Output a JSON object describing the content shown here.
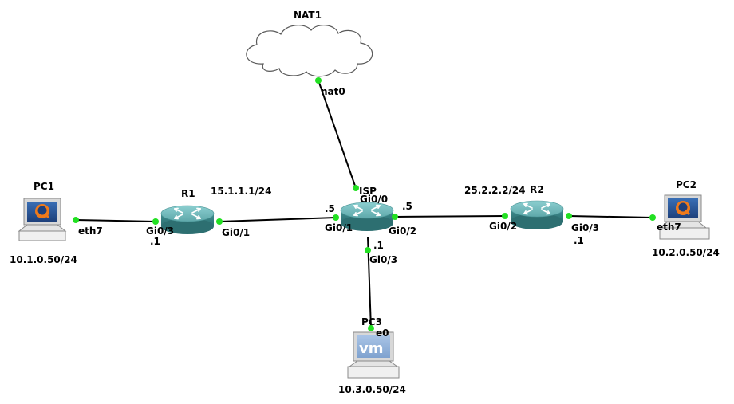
{
  "nodes": {
    "nat1": {
      "name": "NAT1"
    },
    "isp": {
      "name": "ISP"
    },
    "r1": {
      "name": "R1"
    },
    "r2": {
      "name": "R2"
    },
    "pc1": {
      "name": "PC1",
      "ip": "10.1.0.50/24"
    },
    "pc2": {
      "name": "PC2",
      "ip": "10.2.0.50/24"
    },
    "pc3": {
      "name": "PC3",
      "ip": "10.3.0.50/24"
    }
  },
  "ports": {
    "nat_nat0": "nat0",
    "isp_gi00": "Gi0/0",
    "isp_gi01": "Gi0/1",
    "isp_gi02": "Gi0/2",
    "isp_gi03": "Gi0/3",
    "r1_gi03": "Gi0/3",
    "r1_gi01": "Gi0/1",
    "r2_gi02": "Gi0/2",
    "r2_gi03": "Gi0/3",
    "pc1_eth7": "eth7",
    "pc2_eth7": "eth7",
    "pc3_e0": "e0"
  },
  "addresses": {
    "net_r1_isp": "15.1.1.1/24",
    "net_isp_r2": "25.2.2.2/24",
    "isp_gi01_host": ".5",
    "isp_gi02_host": ".5",
    "isp_gi03_host": ".1",
    "r1_gi03_host": ".1",
    "r2_gi03_host": ".1"
  },
  "icons": {
    "router": "router-icon",
    "cloud": "cloud-icon",
    "qemu_pc": "qemu-workstation-icon",
    "vm_pc": "vmware-workstation-icon"
  },
  "colors": {
    "port": "#22e022",
    "router_body": "#3e8c8e",
    "router_top": "#6cb3b5",
    "link": "#000000"
  }
}
